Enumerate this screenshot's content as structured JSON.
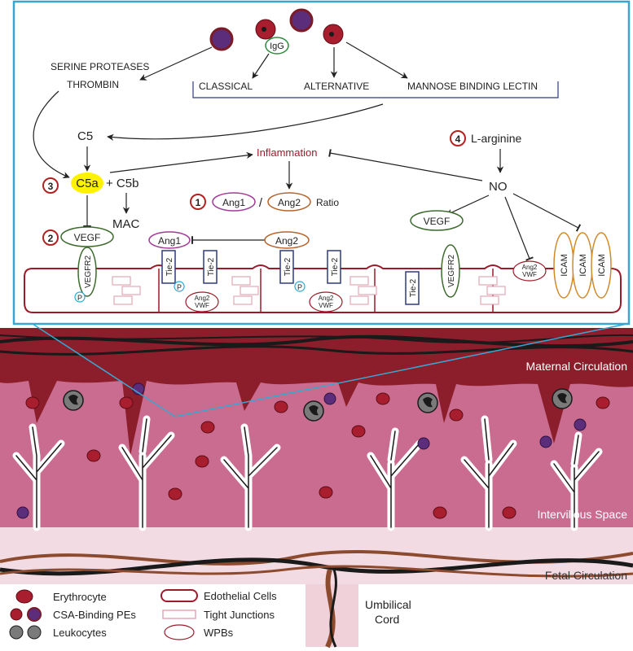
{
  "colors": {
    "frame_border": "#3aa6cf",
    "dark_red": "#9c1b2a",
    "maroon": "#6b0f1a",
    "maternal_band": "#8c1e2c",
    "intervillous": "#c96c8f",
    "fetal_band": "#f3dbe3",
    "cord_fill": "#f0d0d9",
    "vessel_brown": "#8c4a2f",
    "ang1_stroke": "#a23c96",
    "ang2_stroke": "#b7652e",
    "vegf_stroke": "#3d6b2e",
    "tie2_stroke": "#2d3a7d",
    "icam_stroke": "#d08a2a",
    "p_circle": "#2aa7d6",
    "c5a_highlight": "#fff200",
    "number_circle": "#b22222",
    "purple_pe": "#5b2d7a",
    "leukocyte": "#7a7a7a"
  },
  "top": {
    "igg": "IgG",
    "serine_proteases": "SERINE PROTEASES",
    "thrombin": "THROMBIN",
    "classical": "CLASSICAL",
    "alternative": "ALTERNATIVE",
    "mannose": "MANNOSE BINDING LECTIN",
    "c5": "C5",
    "inflammation": "Inflammation",
    "l_arginine": "L-arginine",
    "no": "NO",
    "c5a": "C5a",
    "plus_c5b": "+ C5b",
    "mac": "MAC",
    "ang1": "Ang1",
    "slash": "/",
    "ang2": "Ang2",
    "ratio": "Ratio",
    "vegf": "VEGF",
    "vegfr2": "VEGFR2",
    "tie2": "Tie-2",
    "p": "P",
    "ang2_vwf_top": "Ang2",
    "ang2_vwf_bottom": "VWF",
    "icam": "ICAM",
    "num1": "1",
    "num2": "2",
    "num3": "3",
    "num4": "4"
  },
  "tissue": {
    "maternal": "Maternal Circulation",
    "intervillous": "Intervillous Space",
    "fetal": "Fetal Circulation",
    "umbilical_1": "Umbilical",
    "umbilical_2": "Cord"
  },
  "legend": {
    "erythrocyte": "Erythrocyte",
    "csa": "CSA-Binding PEs",
    "leukocytes": "Leukocytes",
    "endothelial": "Edothelial Cells",
    "tight": "Tight Junctions",
    "wpbs": "WPBs"
  }
}
